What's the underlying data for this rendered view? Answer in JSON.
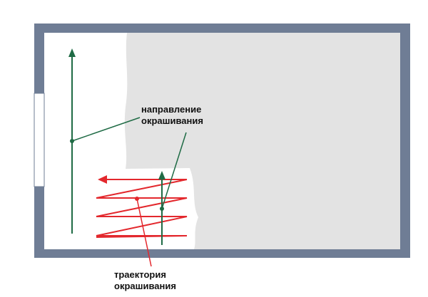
{
  "labels": {
    "direction_line1": "направление",
    "direction_line2": "окрашивания",
    "trajectory_line1": "траектория",
    "trajectory_line2": "окрашивания"
  },
  "colors": {
    "wall": "#6f7d95",
    "unpainted": "#e3e3e3",
    "painted": "#ffffff",
    "direction_arrow": "#1f6b45",
    "trajectory": "#e3282d",
    "label_text": "#111111"
  }
}
